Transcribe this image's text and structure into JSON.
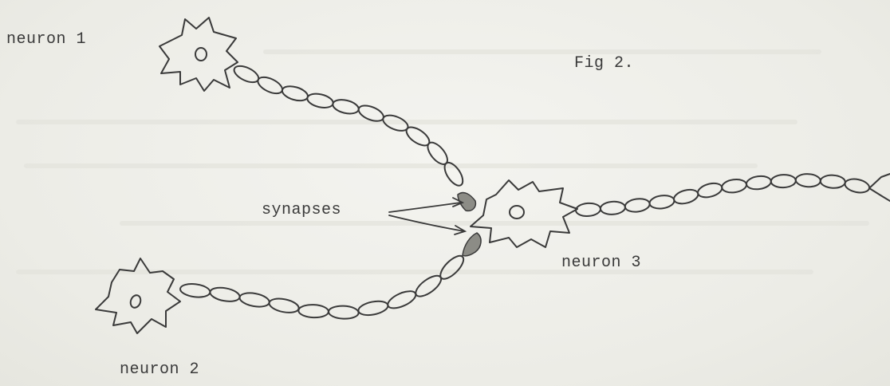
{
  "labels": {
    "neuron_1": "neuron 1",
    "neuron_2": "neuron 2",
    "neuron_3": "neuron 3",
    "synapses": "synapses",
    "figure": "Fig 2."
  },
  "colors": {
    "ink": "#3a3a3a",
    "synapse_fill": "#8c8c86",
    "paper": "#efefea"
  }
}
